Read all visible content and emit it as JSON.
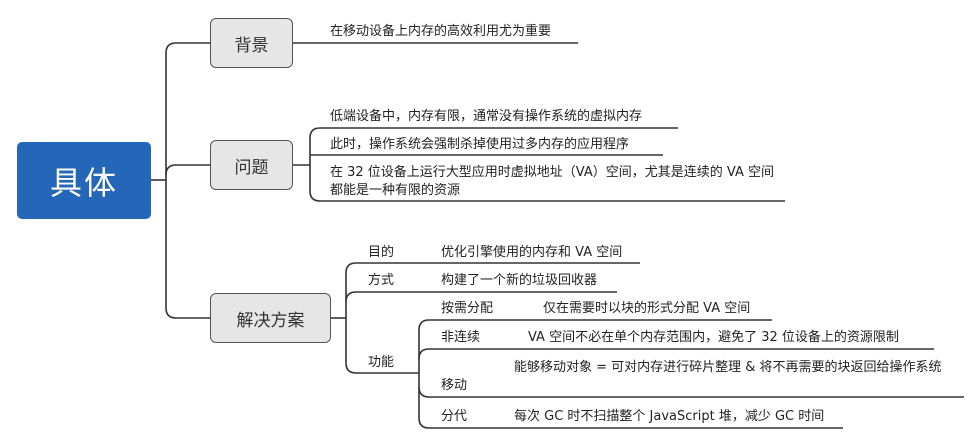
{
  "root": {
    "label": "具体",
    "color": "#2467b8"
  },
  "branches": [
    {
      "label": "背景",
      "items": [
        {
          "text": "在移动设备上内存的高效利用尤为重要"
        }
      ]
    },
    {
      "label": "问题",
      "items": [
        {
          "text": "低端设备中，内存有限，通常没有操作系统的虚拟内存"
        },
        {
          "text": "此时，操作系统会强制杀掉使用过多内存的应用程序"
        },
        {
          "text": "在 32 位设备上运行大型应用时虚拟地址（VA）空间，尤其是连续的 VA 空间都能是一种有限的资源"
        }
      ]
    },
    {
      "label": "解决方案",
      "items": [
        {
          "label": "目的",
          "text": "优化引擎使用的内存和 VA 空间"
        },
        {
          "label": "方式",
          "text": "构建了一个新的垃圾回收器"
        },
        {
          "label": "功能",
          "items": [
            {
              "label": "按需分配",
              "text": "仅在需要时以块的形式分配 VA 空间"
            },
            {
              "label": "非连续",
              "text": "VA 空间不必在单个内存范围内，避免了 32 位设备上的资源限制"
            },
            {
              "label": "移动",
              "text": "能够移动对象 = 可对内存进行碎片整理 & 将不再需要的块返回给操作系统"
            },
            {
              "label": "分代",
              "text": "每次 GC 时不扫描整个 JavaScript 堆，减少 GC 时间"
            }
          ]
        }
      ]
    }
  ]
}
